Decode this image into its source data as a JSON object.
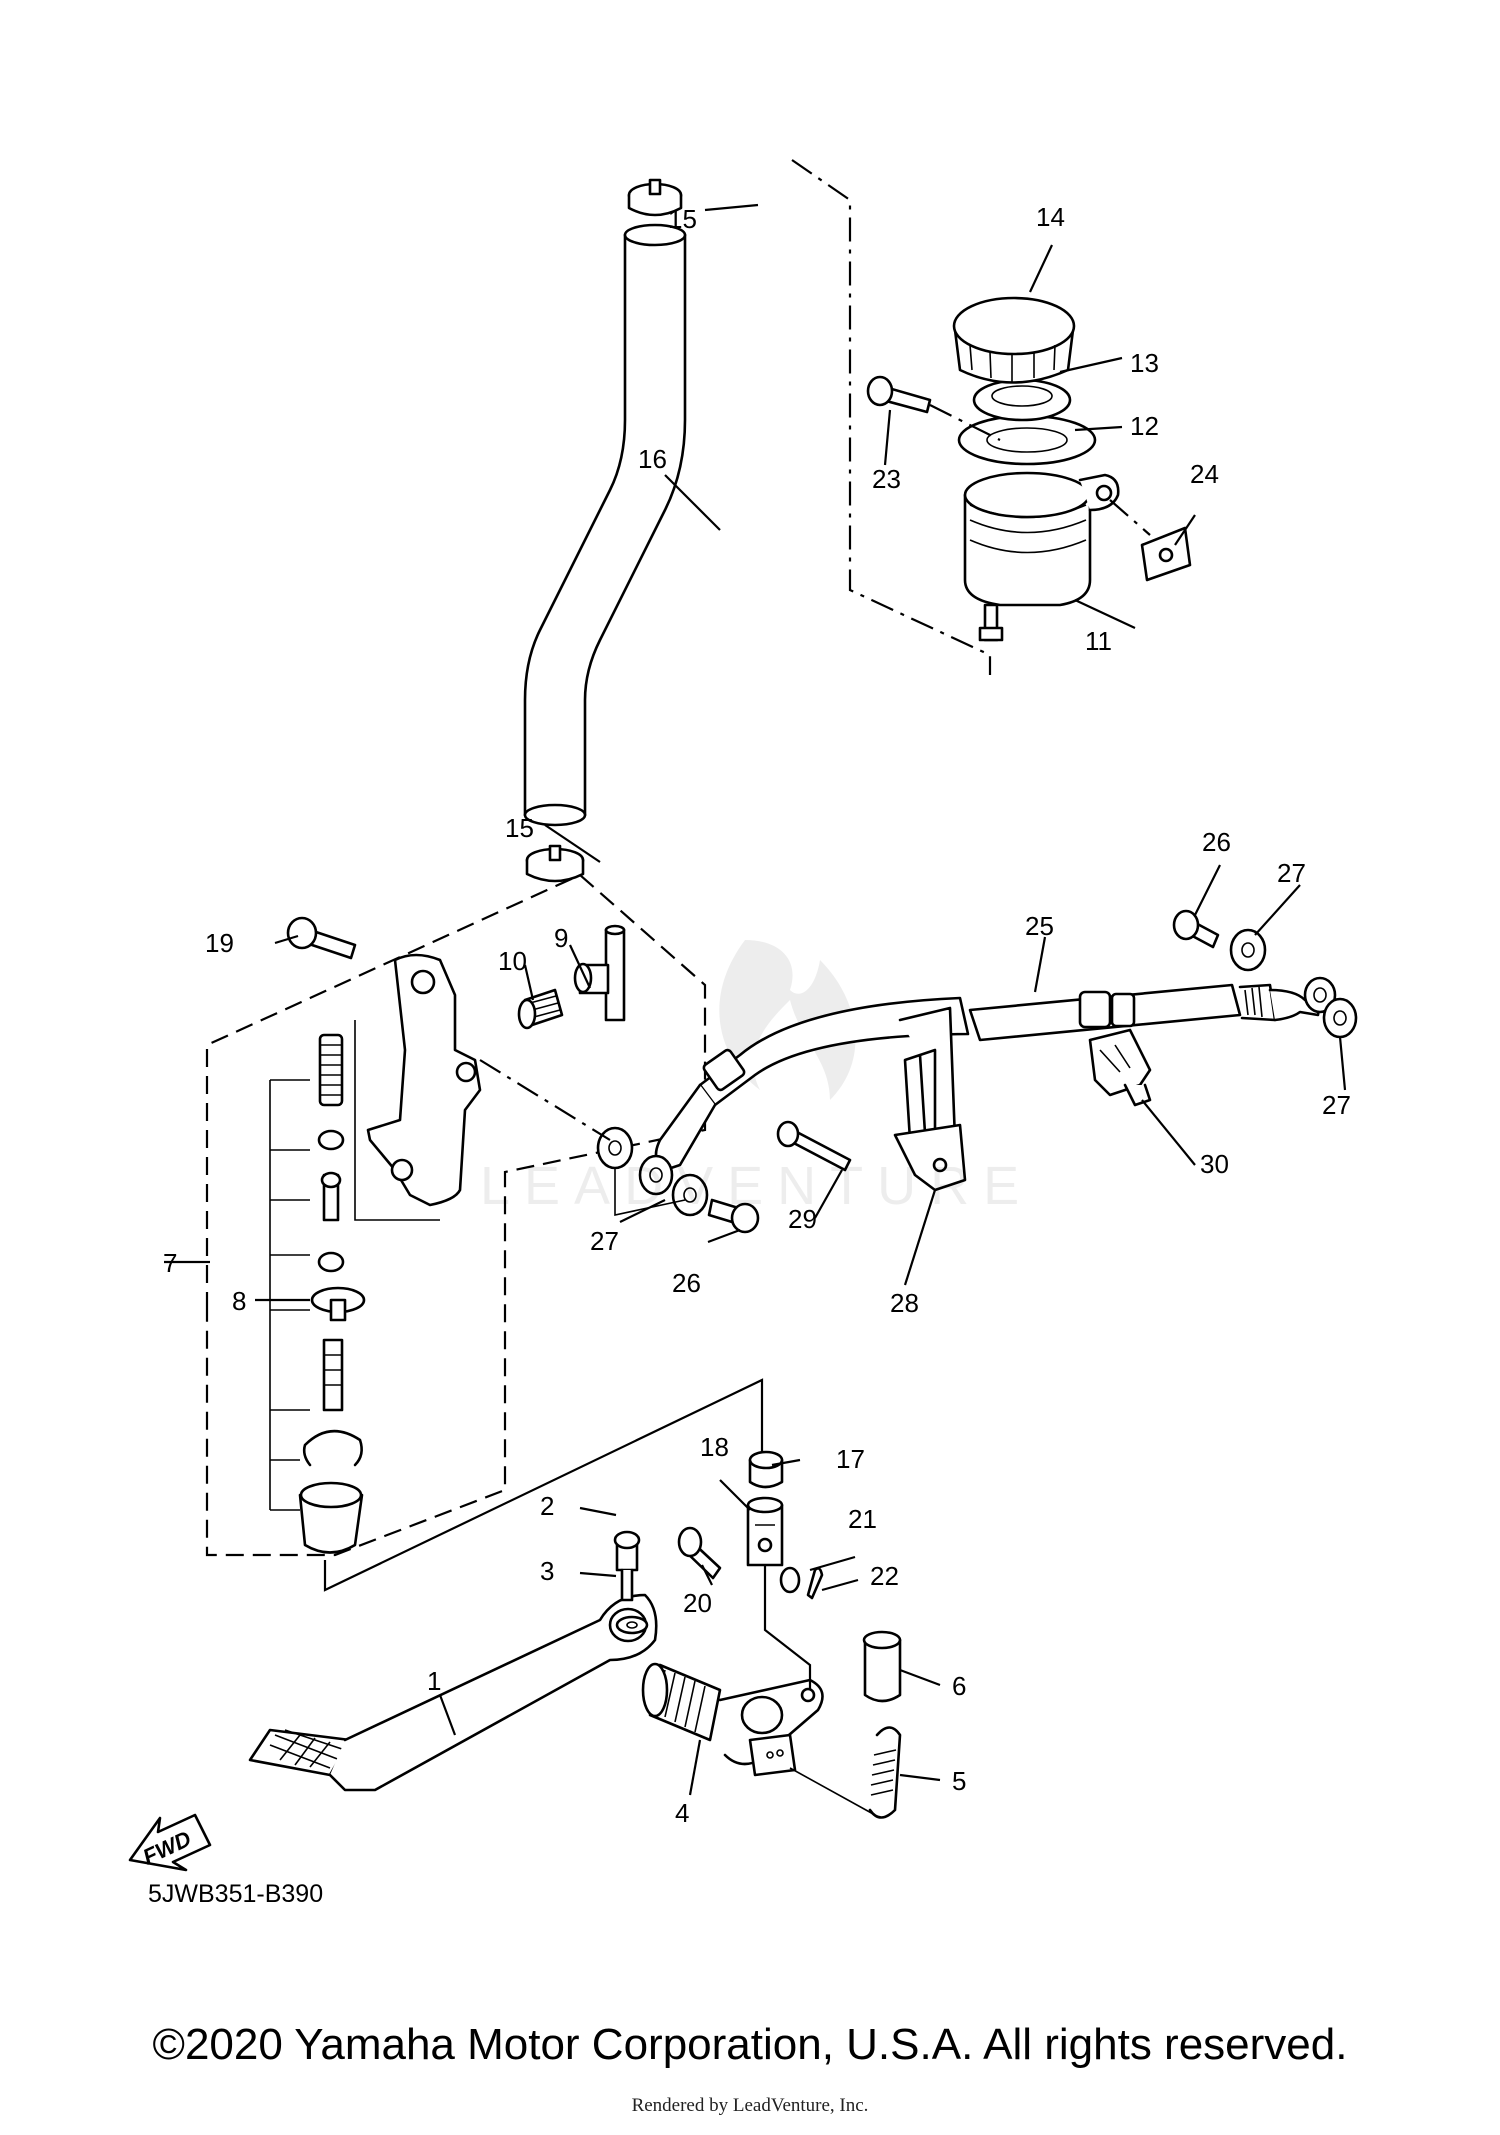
{
  "diagram_code": "5JWB351-B390",
  "copyright": "©2020 Yamaha Motor Corporation, U.S.A. All rights reserved.",
  "rendered_by": "Rendered by LeadVenture, Inc.",
  "watermark": "LEADVENTURE",
  "fwd_label": "FWD",
  "callouts": {
    "c1": "1",
    "c2": "2",
    "c3": "3",
    "c4": "4",
    "c5": "5",
    "c6": "6",
    "c7": "7",
    "c8": "8",
    "c9": "9",
    "c10": "10",
    "c11": "11",
    "c12": "12",
    "c13": "13",
    "c14": "14",
    "c15a": "15",
    "c15b": "15",
    "c16": "16",
    "c17": "17",
    "c18": "18",
    "c19": "19",
    "c20": "20",
    "c21": "21",
    "c22": "22",
    "c23": "23",
    "c24": "24",
    "c25": "25",
    "c26a": "26",
    "c26b": "26",
    "c27a": "27",
    "c27b": "27",
    "c27c": "27",
    "c28": "28",
    "c29": "29",
    "c30": "30"
  }
}
